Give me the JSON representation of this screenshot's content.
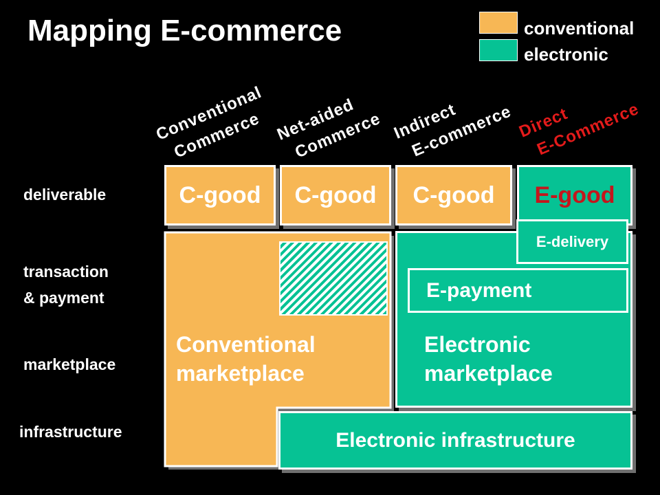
{
  "title": "Mapping E-commerce",
  "legend": {
    "conventional": {
      "label": "conventional",
      "color": "#f7b755"
    },
    "electronic": {
      "label": "electronic",
      "color": "#06c294"
    }
  },
  "columns": [
    {
      "line1": "Conventional",
      "line2": "Commerce"
    },
    {
      "line1": "Net-aided",
      "line2": "Commerce"
    },
    {
      "line1": "Indirect",
      "line2": "E-commerce"
    },
    {
      "line1": "Direct",
      "line2": "E-Commerce"
    }
  ],
  "rows": {
    "deliverable": "deliverable",
    "transaction_line1": "transaction",
    "transaction_line2": "& payment",
    "marketplace": "marketplace",
    "infrastructure": "infrastructure"
  },
  "goods": [
    "C-good",
    "C-good",
    "C-good",
    "E-good"
  ],
  "e_delivery": "E-delivery",
  "e_payment": "E-payment",
  "conventional_marketplace": {
    "line1": "Conventional",
    "line2": "marketplace"
  },
  "electronic_marketplace": {
    "line1": "Electronic",
    "line2": "marketplace"
  },
  "electronic_infrastructure": "Electronic infrastructure"
}
